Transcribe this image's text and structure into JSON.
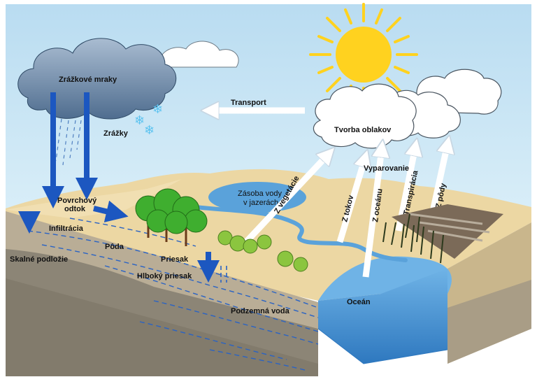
{
  "labels": {
    "clouds_rain": "Zrážkové mraky",
    "precipitation": "Zrážky",
    "transport": "Transport",
    "cloud_formation": "Tvorba oblakov",
    "surface_runoff_1": "Povrchový",
    "surface_runoff_2": "odtok",
    "infiltration": "Infiltrácia",
    "soil": "Pôda",
    "bedrock": "Skalné podložie",
    "seepage": "Priesak",
    "deep_seepage": "Hlboký priesak",
    "groundwater": "Podzemná voda",
    "lake_storage_1": "Zásoba vody",
    "lake_storage_2": "v jazerách",
    "from_vegetation": "Z vegetácie",
    "from_rivers": "Z tokov",
    "evaporation": "Vyparovanie",
    "from_ocean": "Z oceánu",
    "transpiration": "Transpirácia",
    "from_soil": "Z pôdy",
    "ocean": "Oceán"
  },
  "colors": {
    "sky": "#c5e3f3",
    "sun": "#ffd21f",
    "rain_cloud": "#6f8aa8",
    "arrow_blue": "#1c57c0",
    "arrow_white": "#ffffff",
    "sand": "#ecd7a3",
    "soil": "#b9ad96",
    "bedrock": "#8c8576",
    "water": "#5aa2da",
    "trees": "#3fae2f"
  },
  "icons": [
    "sun-icon",
    "rain-cloud-icon",
    "snowflake-icon",
    "tree-icon",
    "crop-field-icon"
  ]
}
